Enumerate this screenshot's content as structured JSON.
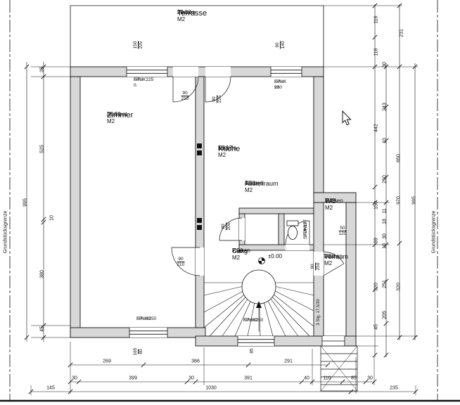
{
  "boundary": {
    "left": "Grundstücksgrenze",
    "right": "Grundstücksgrenze"
  },
  "rooms": {
    "terrasse": {
      "name": "Terrasse",
      "area": "20.56 M2",
      "floor": "Fliesen"
    },
    "zimmer": {
      "name": "Zimmer",
      "area": "36.51 M2",
      "floor": "Laminat"
    },
    "kueche": {
      "name": "Küche",
      "area": "18.17 M2",
      "floor": "Fliesen"
    },
    "abstellraum": {
      "name": "Abstellraum",
      "area": "1.21 M2",
      "floor": "Fliesen"
    },
    "wc": {
      "name": "WC",
      "area": "1.49 M2",
      "floor": "Fliesen"
    },
    "gang": {
      "name": "Gang",
      "area": "7.06 M2",
      "floor": "Fliesen"
    },
    "vorraum": {
      "name": "Vorraum",
      "area": "3.12 M2",
      "floor": "Fliesen"
    }
  },
  "openings": {
    "terrace_door_left": {
      "l1": "FPH 0.",
      "l2": "STUK225"
    },
    "window_top_right": {
      "l1": "FPH 90",
      "l2": "STUK 230"
    },
    "window_bottom_left": {
      "l1": "FPH80",
      "l2": "STUK250"
    },
    "window_bottom_center": {
      "l1": "FPH80",
      "l2": "STUK250"
    },
    "wc_window": {
      "l1": "FPH87",
      "l2": "STUK197"
    }
  },
  "level_marker": "±0.00",
  "stairs_note": "3 Stg. 17.5/30",
  "dims": {
    "left": [
      "35",
      "525",
      "10",
      "380",
      "45",
      "995"
    ],
    "right": [
      "116",
      "231",
      "116",
      "30",
      "243",
      "442",
      "10",
      "650",
      "250",
      "150",
      "970",
      "995",
      "11",
      "18",
      "59",
      "30",
      "10",
      "320",
      "251",
      "320",
      "205",
      "45"
    ],
    "bottom": [
      "269",
      "386",
      "291",
      "30",
      "399",
      "30",
      "391",
      "40",
      "110",
      "85",
      "30",
      "145",
      "1030",
      "235"
    ],
    "pairs": {
      "p1": [
        "150",
        "225"
      ],
      "p2": [
        "90",
        "140"
      ],
      "p3": [
        "90",
        "210"
      ],
      "p4": [
        "90",
        "225"
      ],
      "p5": [
        "80",
        "200"
      ],
      "p6": [
        "90",
        "210"
      ],
      "p7": [
        "90",
        "250"
      ],
      "p8": [
        "50",
        "120"
      ],
      "p9": [
        "165",
        "80"
      ],
      "p10": [
        "85"
      ]
    }
  }
}
